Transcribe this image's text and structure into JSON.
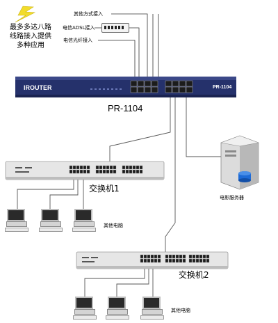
{
  "tagline": {
    "line1": "最多多达八路",
    "line2": "线路接入提供",
    "line3": "多种应用"
  },
  "annotations": {
    "other_access": "其他方式接入",
    "adsl_access": "电信ADSL接入",
    "fiber_access": "电信光纤接入"
  },
  "router": {
    "brand": "IROUTER",
    "model_badge": "PR-1104",
    "model_label": "PR-1104"
  },
  "switch1": {
    "label": "交换机1"
  },
  "switch2": {
    "label": "交换机2"
  },
  "server": {
    "label": "电影服务器"
  },
  "pcs_group1": {
    "label": "其他电脑"
  },
  "pcs_group2": {
    "label": "其他电脑"
  },
  "colors": {
    "router_body": "#25316b",
    "switch_body": "#e6e6e6",
    "port": "#1c1c1c",
    "lightning": "#f2dc2a",
    "line": "#555555"
  }
}
